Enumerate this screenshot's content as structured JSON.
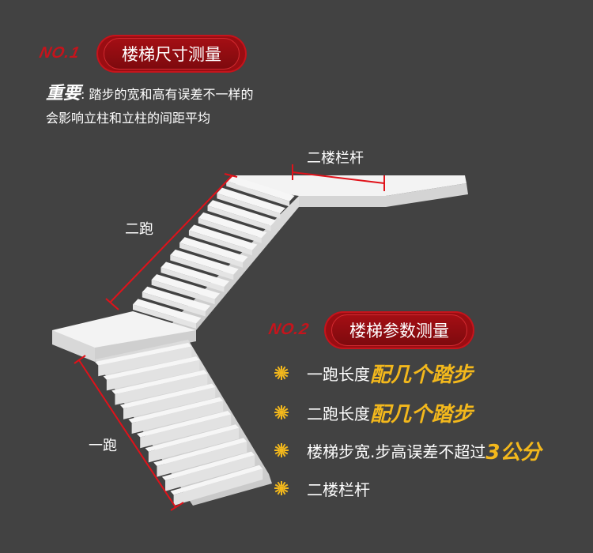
{
  "section1": {
    "number": "NO.1",
    "title": "楼梯尺寸测量",
    "note_prefix": "重要",
    "note_colon": ":",
    "note_line1": "踏步的宽和高有误差不一样的",
    "note_line2": "会影响立柱和立柱的间距平均"
  },
  "diagram": {
    "label_rail": "二楼栏杆",
    "label_second_run": "二跑",
    "label_first_run": "一跑"
  },
  "section2": {
    "number": "NO.2",
    "title": "楼梯参数测量",
    "items": [
      {
        "text": "一跑长度",
        "highlight": "配几个踏步"
      },
      {
        "text": "二跑长度",
        "highlight": "配几个踏步"
      },
      {
        "text": "楼梯步宽.步高误差不超过",
        "highlight": "3公分"
      },
      {
        "text": "二楼栏杆",
        "highlight": ""
      }
    ]
  },
  "colors": {
    "background": "#424242",
    "accent_red": "#c5141c",
    "highlight_gold": "#f3b81c",
    "stair_white": "#f2f2f2"
  }
}
